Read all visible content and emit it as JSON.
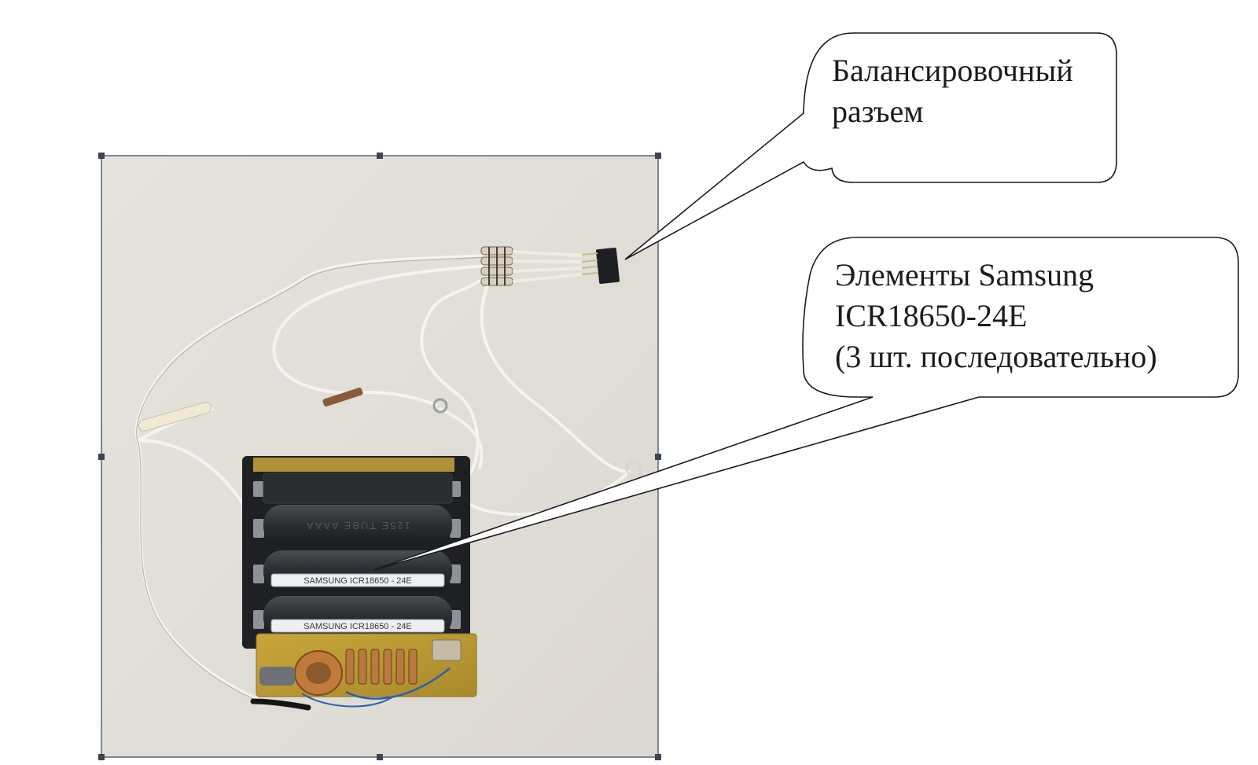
{
  "callouts": {
    "balance_connector": {
      "lines": [
        "Балансировочный",
        "разъем"
      ]
    },
    "cells": {
      "lines": [
        "Элементы Samsung",
        "ICR18650-24E",
        "(3 шт. последовательно)"
      ]
    }
  },
  "photo": {
    "cell_labels": [
      "SAMSUNG ICR18650 - 24E",
      "SAMSUNG ICR18650 - 24E"
    ],
    "top_cell_marking": "125E TUBE AAAA"
  }
}
